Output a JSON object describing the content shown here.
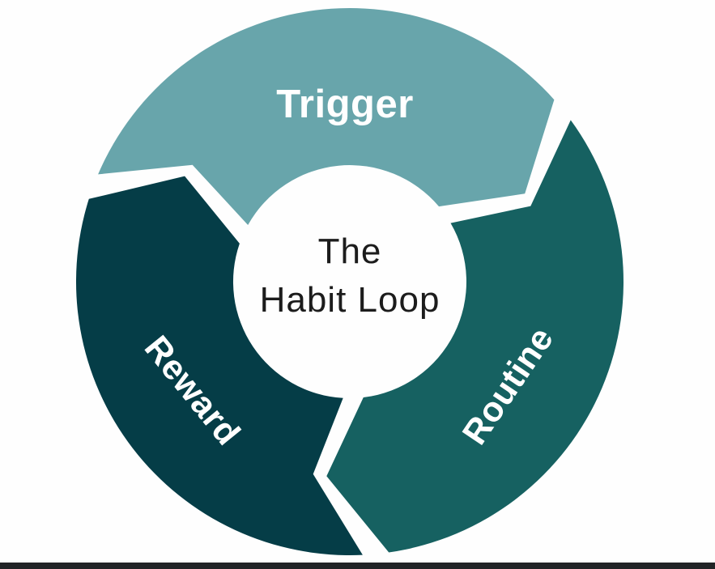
{
  "diagram": {
    "title_line1": "The",
    "title_line2": "Habit Loop",
    "flow_direction": "clockwise",
    "segments": [
      {
        "id": "trigger",
        "label": "Trigger",
        "color": "#68a5ab",
        "start": 212.6,
        "end": 333.3
      },
      {
        "id": "routine",
        "label": "Routine",
        "color": "#166161",
        "start": -26.7,
        "end": 96.8
      },
      {
        "id": "reward",
        "label": "Reward",
        "color": "#053d47",
        "start": 96.8,
        "end": 212.6
      }
    ],
    "colors": {
      "background": "#fefefe",
      "segment_label_text": "#ffffff",
      "title_text": "#1c1c1c",
      "bottom_bar": "#212426"
    }
  }
}
